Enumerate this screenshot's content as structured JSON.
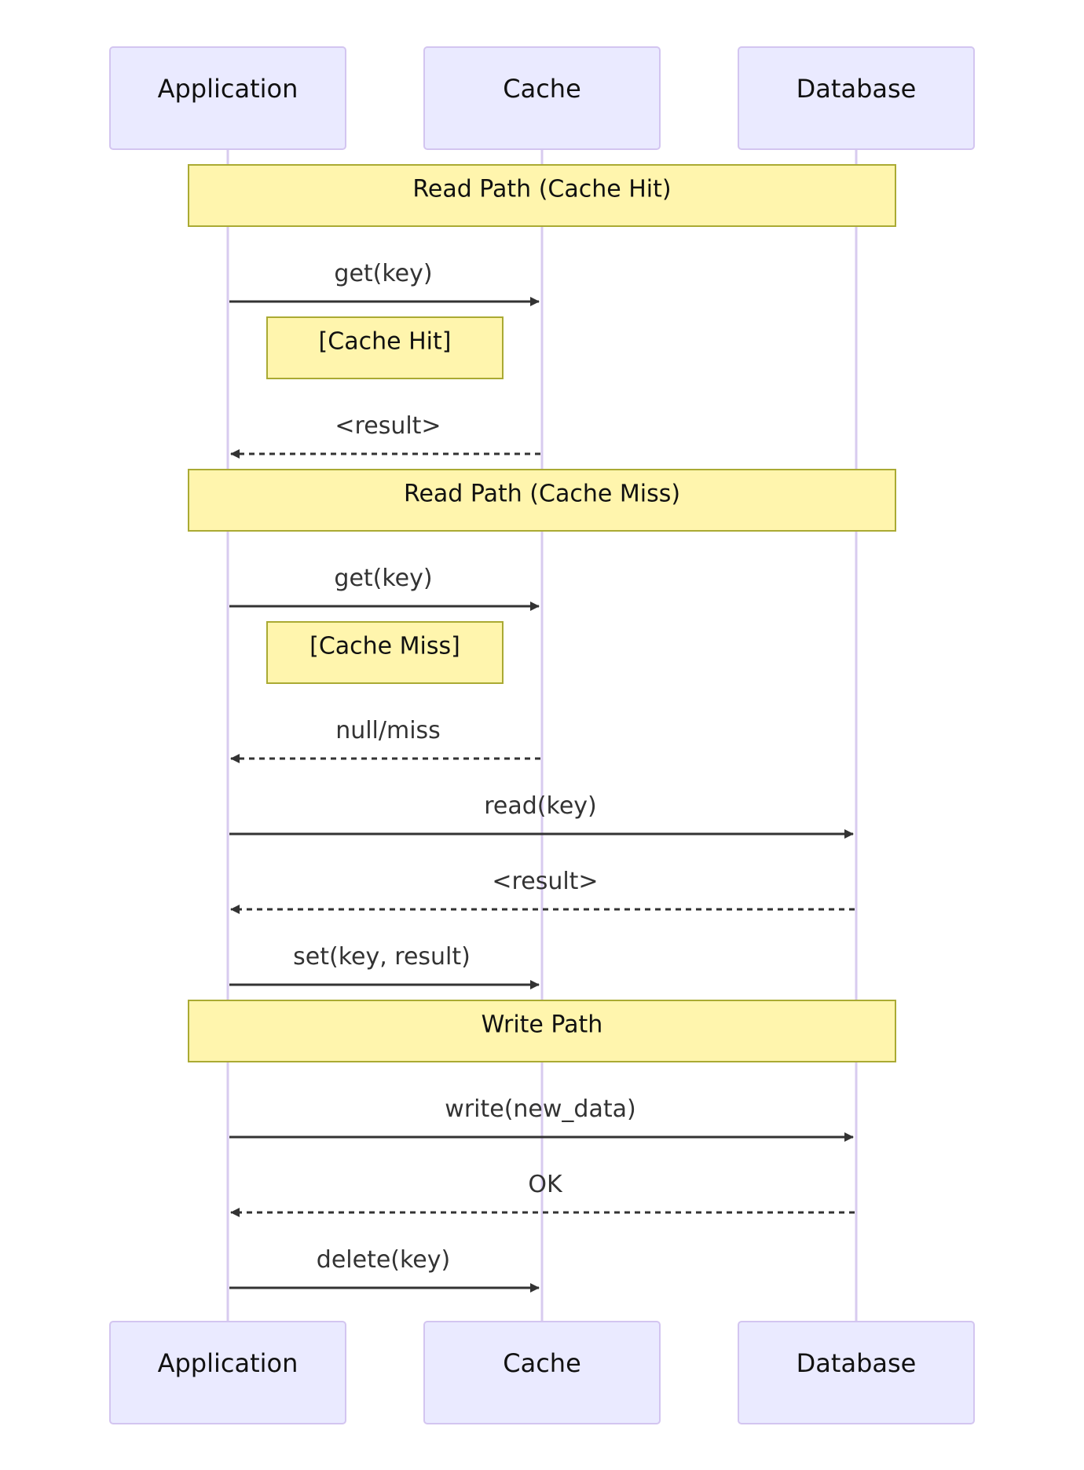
{
  "participants": [
    {
      "id": "app",
      "label": "Application"
    },
    {
      "id": "cache",
      "label": "Cache"
    },
    {
      "id": "db",
      "label": "Database"
    }
  ],
  "sections": [
    {
      "title": "Read Path (Cache Hit)"
    },
    {
      "title": "Read Path (Cache Miss)"
    },
    {
      "title": "Write Path"
    }
  ],
  "notes": [
    {
      "text": "[Cache Hit]",
      "over": "app"
    },
    {
      "text": "[Cache Miss]",
      "over": "app"
    }
  ],
  "messages": [
    {
      "from": "app",
      "to": "cache",
      "label": "get(key)",
      "style": "solid"
    },
    {
      "from": "cache",
      "to": "app",
      "label": "<result>",
      "style": "dashed"
    },
    {
      "from": "app",
      "to": "cache",
      "label": "get(key)",
      "style": "solid"
    },
    {
      "from": "cache",
      "to": "app",
      "label": "null/miss",
      "style": "dashed"
    },
    {
      "from": "app",
      "to": "db",
      "label": "read(key)",
      "style": "solid"
    },
    {
      "from": "db",
      "to": "app",
      "label": "<result>",
      "style": "dashed"
    },
    {
      "from": "app",
      "to": "cache",
      "label": "set(key, result)",
      "style": "solid"
    },
    {
      "from": "app",
      "to": "db",
      "label": "write(new_data)",
      "style": "solid"
    },
    {
      "from": "db",
      "to": "app",
      "label": "OK",
      "style": "dashed"
    },
    {
      "from": "app",
      "to": "cache",
      "label": "delete(key)",
      "style": "solid"
    }
  ]
}
